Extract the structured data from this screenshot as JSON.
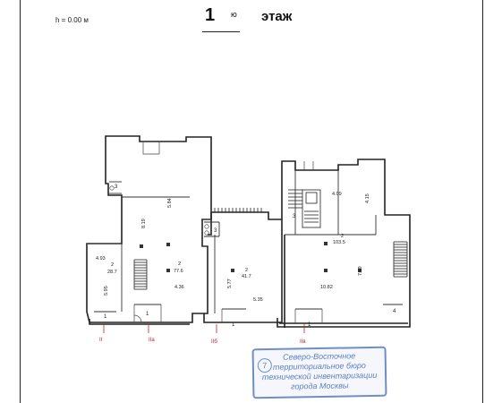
{
  "header": {
    "height_label": "h = 0.00 м",
    "floor_number": "1",
    "floor_suffix": "ю",
    "floor_word": "этаж"
  },
  "rooms": [
    {
      "number": "2",
      "area": "28.7"
    },
    {
      "number": "2",
      "area": "77.6"
    },
    {
      "number": "2",
      "area": "41.7"
    },
    {
      "number": "2",
      "area": "103.5"
    }
  ],
  "room_numbers": [
    "3",
    "3",
    "3",
    "1",
    "1",
    "1",
    "1",
    "4"
  ],
  "dimensions": [
    "4.93",
    "5.95",
    "8.19",
    "5.84",
    "4.36",
    "5.77",
    "5.35",
    "10.82",
    "7.99",
    "4.09",
    "4.15"
  ],
  "section_marks": [
    "II",
    "IIа",
    "IIб",
    "IIв"
  ],
  "stamp": {
    "number": "7",
    "lines": [
      "Северо-Восточное",
      "территориальное бюро",
      "технической инвентаризации",
      "города Москвы"
    ]
  }
}
